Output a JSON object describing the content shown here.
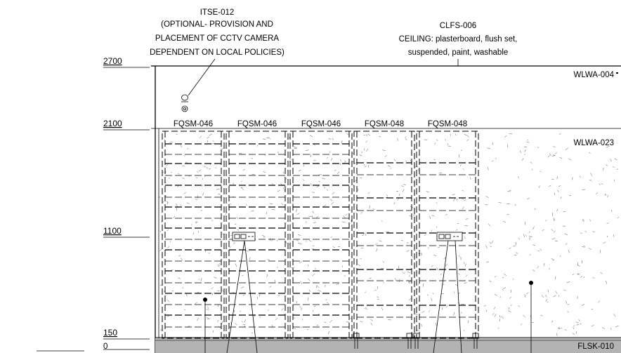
{
  "annotations": {
    "itse": [
      "ITSE-012",
      "(OPTIONAL- PROVISION AND",
      "PLACEMENT OF CCTV CAMERA",
      "DEPENDENT ON LOCAL POLICIES)"
    ],
    "clfs": [
      "CLFS-006",
      "CEILING: plasterboard, flush set,",
      "suspended, paint, washable"
    ]
  },
  "levels": [
    {
      "label": "2700",
      "mm": 2700
    },
    {
      "label": "2100",
      "mm": 2100
    },
    {
      "label": "1100",
      "mm": 1100
    },
    {
      "label": "150",
      "mm": 150
    },
    {
      "label": "0",
      "mm": 0
    }
  ],
  "shelves": [
    {
      "code": "FQSM-046",
      "type": "shelving-single-mounted"
    },
    {
      "code": "FQSM-046",
      "type": "shelving-single-mounted"
    },
    {
      "code": "FQSM-046",
      "type": "shelving-single-mounted"
    },
    {
      "code": "FQSM-048",
      "type": "shelving-mobile"
    },
    {
      "code": "FQSM-048",
      "type": "shelving-mobile"
    }
  ],
  "wall_tags": {
    "upper": "WLWA-004",
    "lower": "WLWA-023",
    "floor": "FLSK-010"
  },
  "icons": {
    "camera": "cctv-camera-icon",
    "outlet": "power-data-outlet-icon"
  },
  "colors": {
    "line": "#000000",
    "floor_fill": "#b3b3b3",
    "hatch": "#555555"
  }
}
